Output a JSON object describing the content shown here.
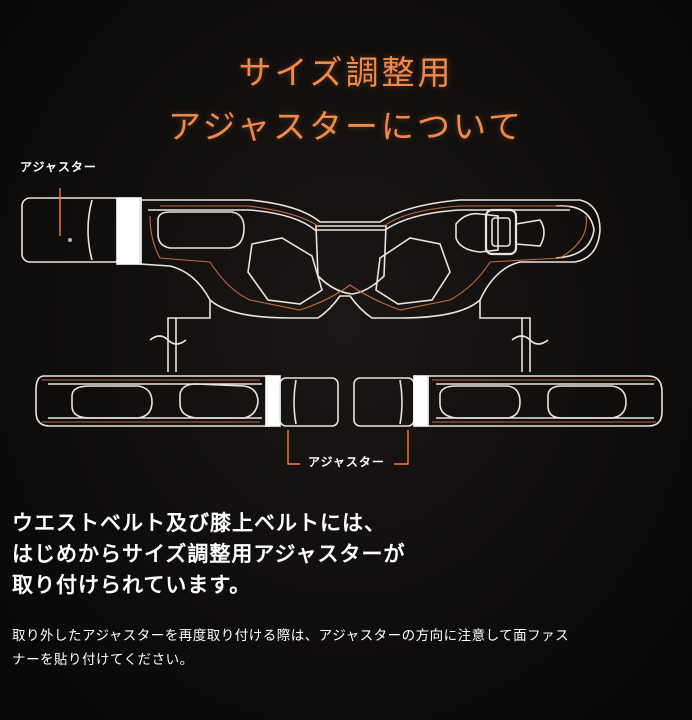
{
  "heading": {
    "line1": "サイズ調整用",
    "line2": "アジャスターについて"
  },
  "labels": {
    "adjuster_top": "アジャスター",
    "adjuster_bottom": "アジャスター"
  },
  "main_text": {
    "line1": "ウエストベルト及び膝上ベルトには、",
    "line2": "はじめからサイズ調整用アジャスターが",
    "line3": "取り付けられています。"
  },
  "note_text": {
    "line1": "取り外したアジャスターを再度取り付ける際は、アジャスターの方向に注意して面ファス",
    "line2": "ナーを貼り付けてください。"
  },
  "colors": {
    "accent": "#f08a4a",
    "outline": "#e8e4e0",
    "background": "#0f0d0c"
  }
}
